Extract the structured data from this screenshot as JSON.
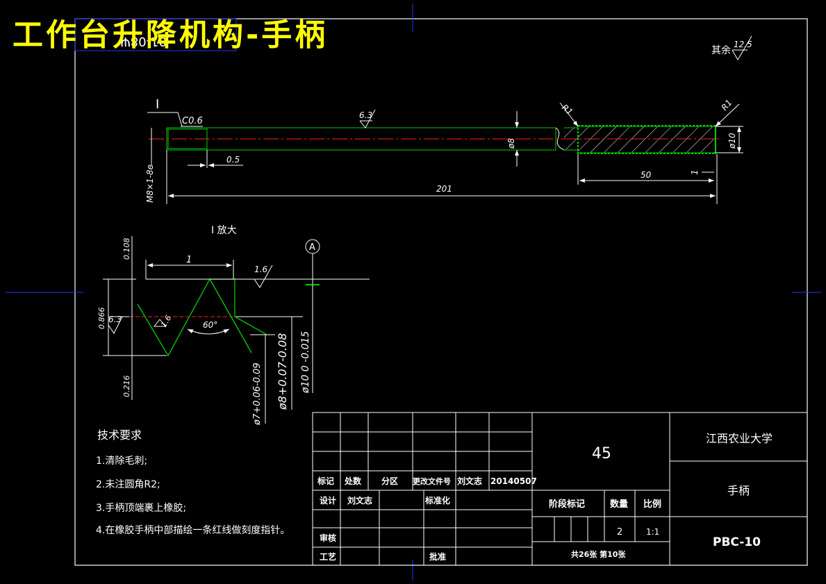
{
  "overlay_title": "工作台升降机构-手柄",
  "drawing_number_rotated": "01-08Ψ",
  "roughness_general": {
    "prefix": "其余",
    "value": "12.5"
  },
  "main_view": {
    "detail_marker": "I",
    "chamfer": "C0.6",
    "roughness_mid": "6.3",
    "radius_left": "R1",
    "radius_right": "R1",
    "dia_shaft": "ø8",
    "dia_head": "ø10",
    "thread_spec": "M8×1-8e",
    "undercut": "0.5",
    "length_total": "201",
    "length_head": "50",
    "step": "1"
  },
  "detail_view": {
    "title": "I 放大",
    "pitch": "1",
    "roughness_flank": "1.6",
    "roughness_left": "6.3",
    "roughness_small": "1.6",
    "datum": "A",
    "angle": "60°",
    "dim_0108": "0.108",
    "dim_0866": "0.866",
    "dim_0216": "0.216",
    "dia_pitch": "ø7+0.06-0.09",
    "dia_major": "ø8+0.07-0.08",
    "dia_ref": "ø10 0 -0.015"
  },
  "tech_requirements": {
    "title": "技术要求",
    "items": [
      "1.清除毛刺;",
      "2.未注圆角R2;",
      "3.手柄顶端裹上橡胶;",
      "4.在橡胶手柄中部描绘一条红线做刻度指针。"
    ]
  },
  "title_block": {
    "material": "45",
    "school": "江西农业大学",
    "part_name": "手柄",
    "drawing_code": "PBC-10",
    "revision_row": [
      "标记",
      "处数",
      "分区",
      "更改文件号",
      "刘文志",
      "20140507"
    ],
    "design_label": "设计",
    "designer": "刘文志",
    "standardize_label": "标准化",
    "stage_label": "阶段标记",
    "qty_label": "数量",
    "scale_label": "比例",
    "qty": "2",
    "scale": "1:1",
    "review_label": "审核",
    "process_label": "工艺",
    "approve_label": "批准",
    "sheets": "共26张 第10张"
  }
}
